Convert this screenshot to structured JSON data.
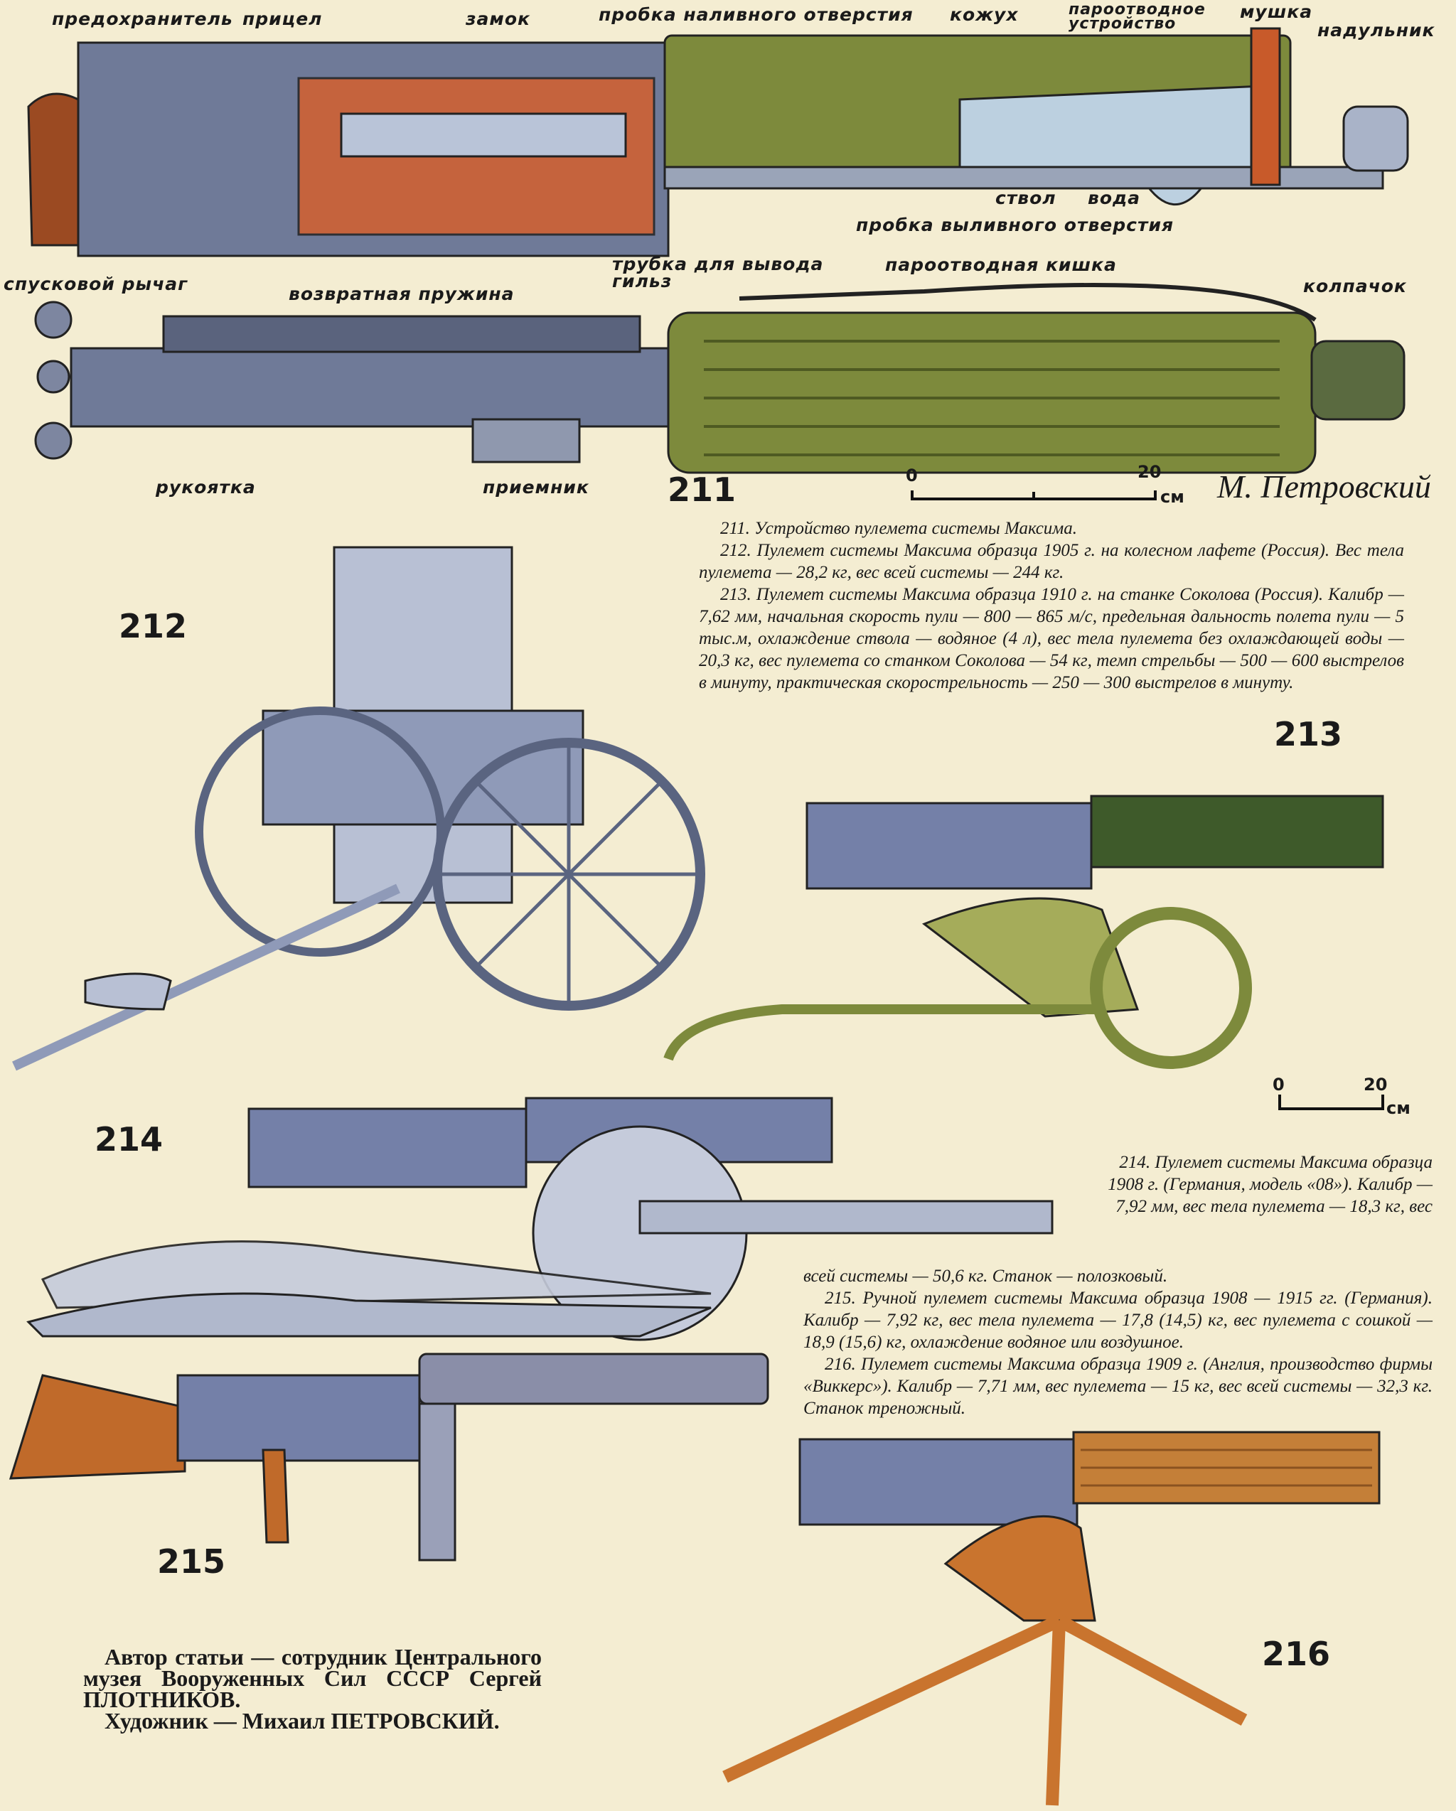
{
  "figure_211": {
    "number": "211",
    "labels": {
      "safety": "предохранитель",
      "sight": "прицел",
      "lock": "замок",
      "fill_plug": "пробка наливного отверстия",
      "jacket": "кожух",
      "steam_device": "пароотводное устройство",
      "front_sight": "мушка",
      "muzzle": "надульник",
      "barrel": "ствол",
      "water": "вода",
      "drain_plug": "пробка выливного отверстия",
      "case_tube": "трубка для вывода гильз",
      "steam_hose": "пароотводная кишка",
      "trigger_lever": "спусковой рычаг",
      "return_spring": "возвратная пружина",
      "cap": "колпачок",
      "handle": "рукоятка",
      "receiver": "приемник"
    },
    "scale": {
      "zero": "0",
      "twenty": "20",
      "unit": "см"
    },
    "signature": "М. Петровский"
  },
  "figures": {
    "n212": "212",
    "n213": "213",
    "n214": "214",
    "n215": "215",
    "n216": "216",
    "scale2": {
      "zero": "0",
      "twenty": "20",
      "unit": "см"
    }
  },
  "captions": {
    "c211": "211. Устройство пулемета системы Максима.",
    "c212": "212. Пулемет системы Максима образца 1905 г. на колесном лафете (Россия). Вес тела пулемета — 28,2 кг, вес всей системы — 244 кг.",
    "c213": "213. Пулемет системы Максима образца 1910 г. на станке Соколова (Россия). Калибр — 7,62 мм, начальная скорость пули — 800 — 865 м/с, предельная дальность полета пули — 5 тыс.м, охлаждение ствола — водяное (4 л), вес тела пулемета без охлаждающей воды — 20,3 кг, вес пулемета со станком Соколова — 54 кг, темп стрельбы — 500 — 600 выстрелов в минуту, практическая скорострельность — 250 — 300 выстрелов в минуту.",
    "c214_a": "214. Пулемет системы Максима образца 1908 г. (Германия, модель «08»). Калибр — 7,92 мм, вес тела пулемета — 18,3 кг, вес",
    "c214_b": "всей системы — 50,6 кг. Станок — полозковый.",
    "c215": "215. Ручной пулемет системы Максима образца 1908 — 1915 гг. (Германия). Калибр — 7,92 кг, вес тела пулемета — 17,8 (14,5) кг, вес пулемета с сошкой — 18,9 (15,6) кг, охлаждение водяное или воздушное.",
    "c216": "216. Пулемет системы Максима образца 1909 г. (Англия, производство фирмы «Виккерс»). Калибр — 7,71 мм, вес пулемета — 15 кг, вес всей системы — 32,3 кг. Станок треножный."
  },
  "credits": {
    "author": "Автор статьи — сотрудник Центрального музея Вооруженных Сил СССР Сергей ПЛОТНИКОВ.",
    "artist": "Художник — Михаил ПЕТРОВСКИЙ."
  },
  "colors": {
    "paper": "#f4edd2",
    "steel": "#6f7a98",
    "olive": "#7d8a3c",
    "copper": "#c9742e",
    "wood": "#b5652a"
  }
}
